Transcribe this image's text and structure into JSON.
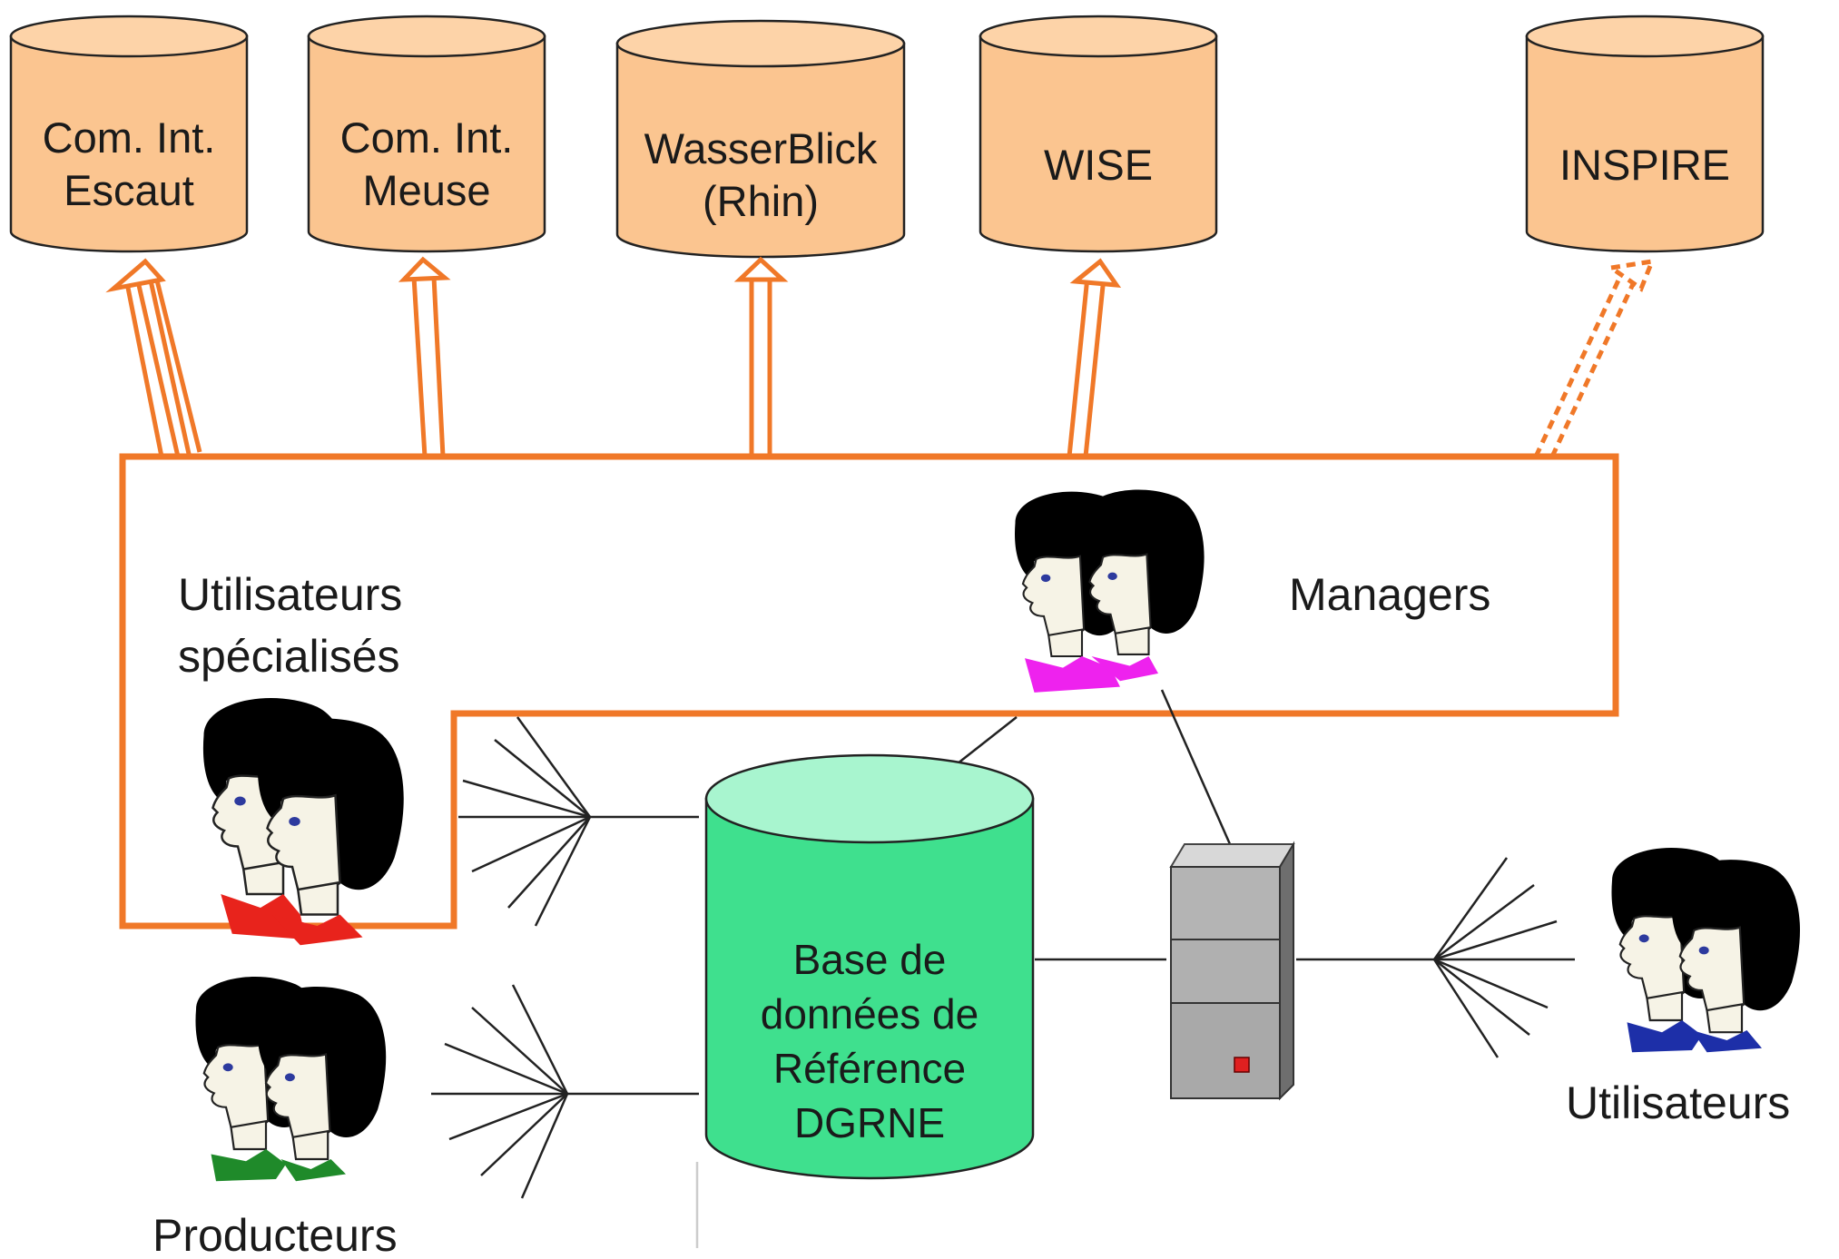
{
  "top_databases": [
    {
      "lines": [
        "Com. Int.",
        "Escaut"
      ],
      "icon": "database-icon"
    },
    {
      "lines": [
        "Com. Int.",
        "Meuse"
      ],
      "icon": "database-icon"
    },
    {
      "lines": [
        "WasserBlick",
        "(Rhin)"
      ],
      "icon": "database-icon"
    },
    {
      "lines": [
        "WISE"
      ],
      "icon": "database-icon"
    },
    {
      "lines": [
        "INSPIRE"
      ],
      "icon": "database-icon"
    }
  ],
  "central_database": {
    "lines": [
      "Base de",
      "données de",
      "Référence",
      "DGRNE"
    ],
    "icon": "database-icon"
  },
  "groups": {
    "specialized": {
      "lines": [
        "Utilisateurs",
        "spécialisés"
      ],
      "collar_color": "#e8231c"
    },
    "managers": {
      "label": "Managers",
      "collar_color": "#ee22ee"
    },
    "producers": {
      "label": "Producteurs",
      "collar_color": "#1f8a2a"
    },
    "users": {
      "label": "Utilisateurs",
      "collar_color": "#1d2fa8"
    }
  },
  "colors": {
    "database_top": "#fdd3a8",
    "database_body": "#fbc590",
    "central_db": "#3fe08e",
    "central_db_top": "#a8f5cf",
    "highlight_border": "#f07828",
    "arrow": "#f07828"
  },
  "arrows": [
    {
      "target": "Com. Int. Escaut",
      "style": "solid"
    },
    {
      "target": "Com. Int. Meuse",
      "style": "solid"
    },
    {
      "target": "WasserBlick (Rhin)",
      "style": "solid"
    },
    {
      "target": "WISE",
      "style": "solid"
    },
    {
      "target": "INSPIRE",
      "style": "dashed"
    }
  ],
  "server_icon": "server-icon"
}
